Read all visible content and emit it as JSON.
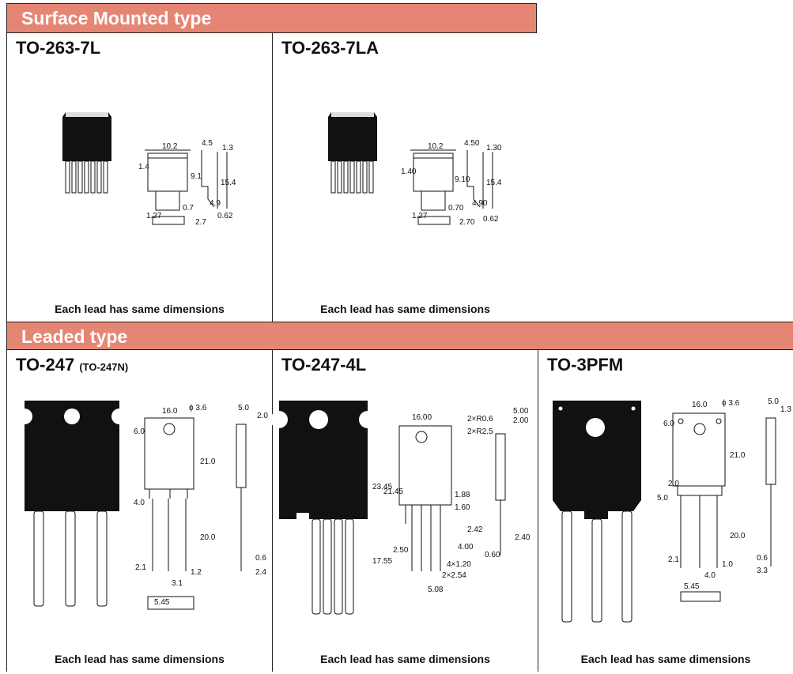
{
  "sections": {
    "surface": {
      "title": "Surface Mounted type"
    },
    "leaded": {
      "title": "Leaded type"
    }
  },
  "caption": "Each lead has same dimensions",
  "packages": {
    "to263_7l": {
      "name": "TO-263-7L",
      "dims": {
        "width": "10.2",
        "thickness": "4.5",
        "lead_t": "1.3",
        "tab": "1.4",
        "height": "9.1",
        "total": "15.4",
        "lead_len": "4.9",
        "lead_w": "0.7",
        "pitch": "1.27",
        "foot": "2.7",
        "foot_t": "0.62"
      }
    },
    "to263_7la": {
      "name": "TO-263-7LA",
      "dims": {
        "width": "10.2",
        "thickness": "4.50",
        "lead_t": "1.30",
        "tab": "1.40",
        "height": "9.10",
        "total": "15.4",
        "lead_len": "4.90",
        "lead_w": "0.70",
        "pitch": "1.27",
        "foot": "2.70",
        "foot_t": "0.62"
      }
    },
    "to247": {
      "name": "TO-247",
      "subname": "(TO-247N)",
      "dims": {
        "width": "16.0",
        "hole": "ϕ 3.6",
        "thickness": "5.0",
        "lead_t": "2.0",
        "hole_pos": "6.0",
        "body": "21.0",
        "shoulder": "4.0",
        "lead_len": "20.0",
        "lead_w1": "2.1",
        "lead_w2": "1.2",
        "pitch": "3.1",
        "span": "5.45",
        "lead_w3": "0.6",
        "lead_pitch": "2.4"
      }
    },
    "to247_4l": {
      "name": "TO-247-4L",
      "dims": {
        "width": "16.00",
        "r1": "2×R0.6",
        "r2": "2×R2.5",
        "thickness": "5.00",
        "lead_t": "2.00",
        "h1": "23.45",
        "h2": "21.45",
        "d1": "1.88",
        "d2": "1.60",
        "d3": "2.42",
        "sh": "2.50",
        "ll": "4.00",
        "lt": "2.40",
        "bl": "17.55",
        "lw": "4×1.20",
        "lp": "2×2.54",
        "sp": "5.08",
        "t3": "0.60"
      }
    },
    "to3pfm": {
      "name": "TO-3PFM",
      "dims": {
        "width": "16.0",
        "hole": "ϕ 3.6",
        "thickness": "5.0",
        "lead_t": "1.3",
        "hole_pos": "6.0",
        "body": "21.0",
        "h2": "2.0",
        "shoulder": "5.0",
        "lead_len": "20.0",
        "lw1": "2.1",
        "lw2": "1.0",
        "pitch": "4.0",
        "lt": "0.6",
        "ln": "3.3",
        "span": "5.45"
      }
    }
  }
}
